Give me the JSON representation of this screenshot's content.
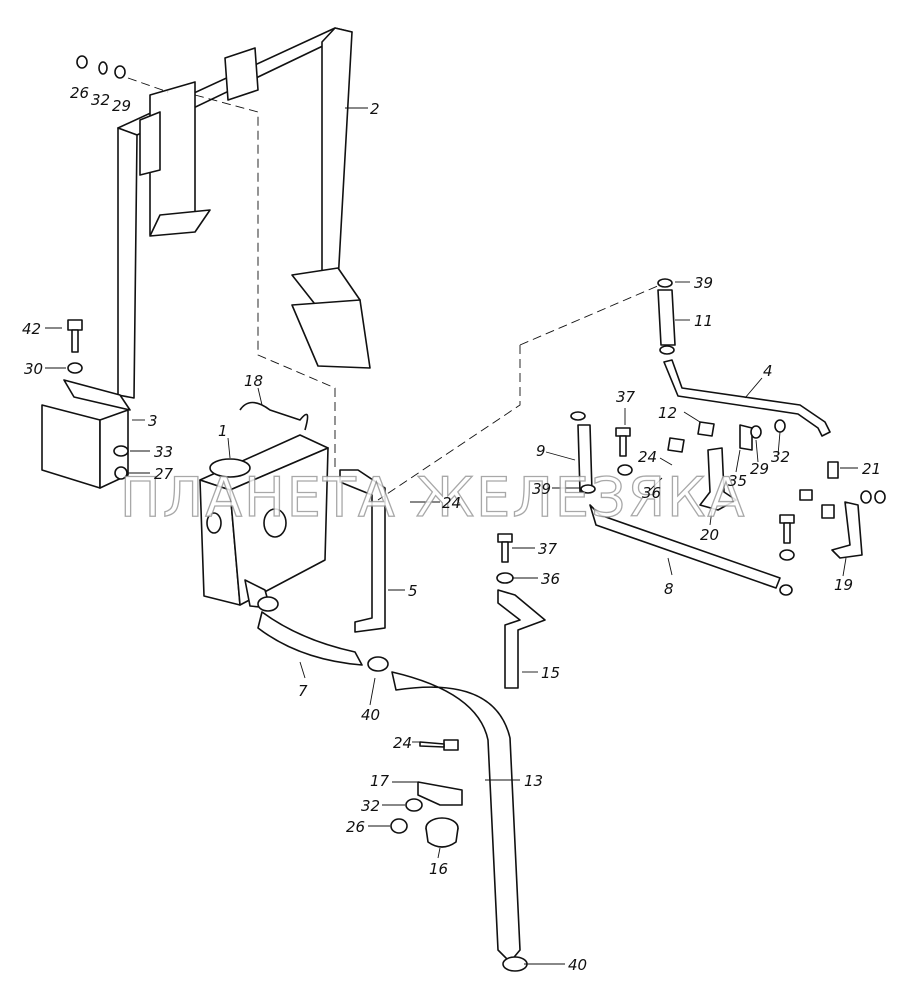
{
  "watermark": "ПЛАНЕТА ЖЕЛЕЗЯКА",
  "callouts": {
    "c1": "1",
    "c2": "2",
    "c3": "3",
    "c4": "4",
    "c5": "5",
    "c7": "7",
    "c8": "8",
    "c9": "9",
    "c11": "11",
    "c12": "12",
    "c13": "13",
    "c15": "15",
    "c16": "16",
    "c17": "17",
    "c18": "18",
    "c19": "19",
    "c20": "20",
    "c21": "21",
    "c24a": "24",
    "c24b": "24",
    "c24c": "24",
    "c26a": "26",
    "c26b": "26",
    "c27": "27",
    "c29a": "29",
    "c29b": "29",
    "c30": "30",
    "c32a": "32",
    "c32b": "32",
    "c32c": "32",
    "c33": "33",
    "c35": "35",
    "c36a": "36",
    "c36b": "36",
    "c37a": "37",
    "c37b": "37",
    "c39a": "39",
    "c39b": "39",
    "c40a": "40",
    "c40b": "40",
    "c42": "42"
  }
}
